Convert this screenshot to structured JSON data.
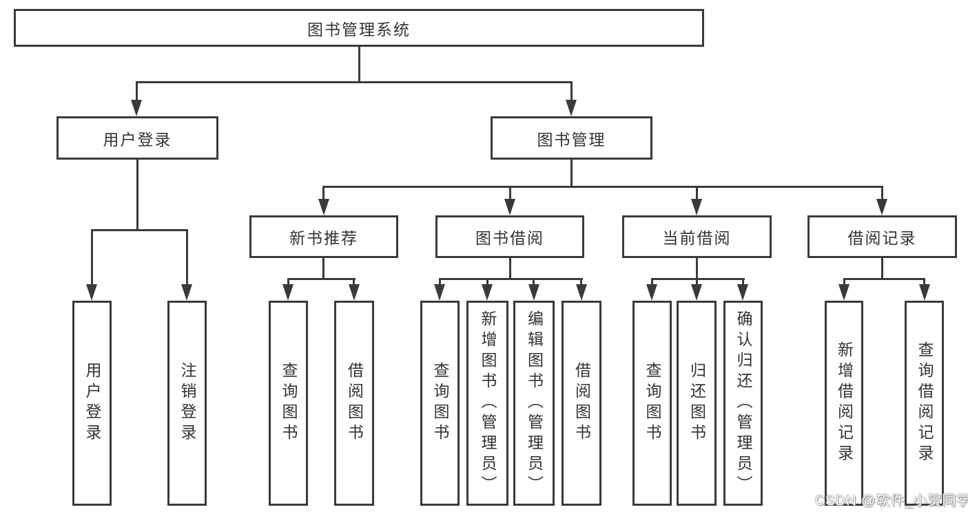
{
  "diagram_type": "functional-structure-tree",
  "colors": {
    "line": "#3a3a3a",
    "border": "#3a3a3a",
    "text": "#333333",
    "background": "#ffffff",
    "watermark_text": "#f7f7f7"
  },
  "hierarchy": {
    "label": "图书管理系统",
    "children": [
      {
        "label": "用户登录",
        "children": [
          {
            "label": "用户登录"
          },
          {
            "label": "注销登录"
          }
        ]
      },
      {
        "label": "图书管理",
        "children": [
          {
            "label": "新书推荐",
            "children": [
              {
                "label": "查询图书"
              },
              {
                "label": "借阅图书"
              }
            ]
          },
          {
            "label": "图书借阅",
            "children": [
              {
                "label": "查询图书"
              },
              {
                "label": "新增图书（管理员）"
              },
              {
                "label": "编辑图书（管理员）"
              },
              {
                "label": "借阅图书"
              }
            ]
          },
          {
            "label": "当前借阅",
            "children": [
              {
                "label": "查询图书"
              },
              {
                "label": "归还图书"
              },
              {
                "label": "确认归还（管理员）"
              }
            ]
          },
          {
            "label": "借阅记录",
            "children": [
              {
                "label": "新增借阅记录"
              },
              {
                "label": "查询借阅记录"
              }
            ]
          }
        ]
      }
    ]
  },
  "watermark": "CSDN @软件_小贺同学"
}
